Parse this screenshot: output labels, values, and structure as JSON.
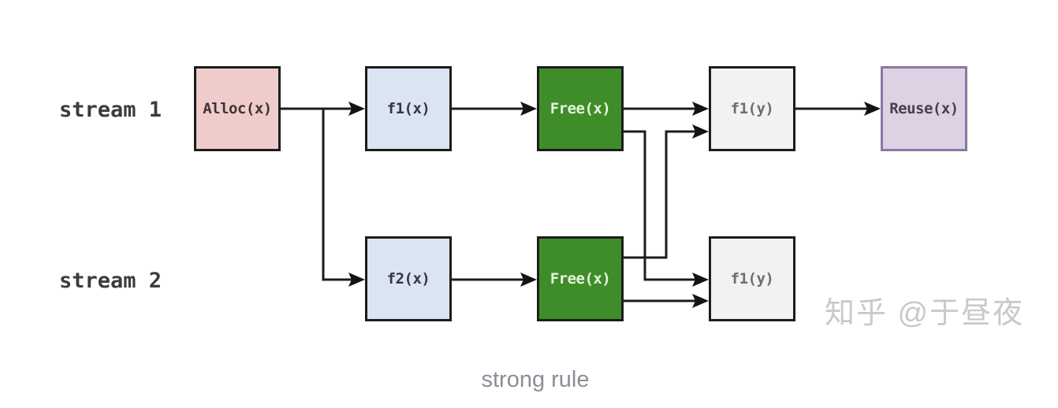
{
  "streams": [
    {
      "label": "stream 1"
    },
    {
      "label": "stream 2"
    }
  ],
  "boxes": {
    "alloc": {
      "label": "Alloc(x)"
    },
    "f1x": {
      "label": "f1(x)"
    },
    "free1": {
      "label": "Free(x)"
    },
    "f1y1": {
      "label": "f1(y)"
    },
    "reuse": {
      "label": "Reuse(x)"
    },
    "f2x": {
      "label": "f2(x)"
    },
    "free2": {
      "label": "Free(x)"
    },
    "f1y2": {
      "label": "f1(y)"
    }
  },
  "edges": [
    {
      "from": "Alloc(x) stream1",
      "to": "f1(x) stream1"
    },
    {
      "from": "Alloc(x) stream1",
      "to": "f2(x) stream2"
    },
    {
      "from": "f1(x) stream1",
      "to": "Free(x) stream1"
    },
    {
      "from": "Free(x) stream1",
      "to": "f1(y) stream1"
    },
    {
      "from": "Free(x) stream1",
      "to": "f1(y) stream2"
    },
    {
      "from": "f2(x) stream2",
      "to": "Free(x) stream2"
    },
    {
      "from": "Free(x) stream2",
      "to": "f1(y) stream1"
    },
    {
      "from": "Free(x) stream2",
      "to": "f1(y) stream2"
    },
    {
      "from": "f1(y) stream1",
      "to": "Reuse(x) stream1"
    }
  ],
  "caption": "strong rule",
  "watermark": "知乎 @于昼夜",
  "colors": {
    "background": "#ffffff",
    "line": "#1c1c1c",
    "alloc_fill": "#efcccb",
    "func_fill": "#dbe4f2",
    "free_fill": "#3f8d29",
    "free_text": "#e6f4de",
    "fy_fill": "#f2f2f0",
    "reuse_fill": "#dcd2e4",
    "reuse_border": "#8b77a5",
    "caption_text": "#8a8e96",
    "watermark_text": "#c9c9c9"
  }
}
